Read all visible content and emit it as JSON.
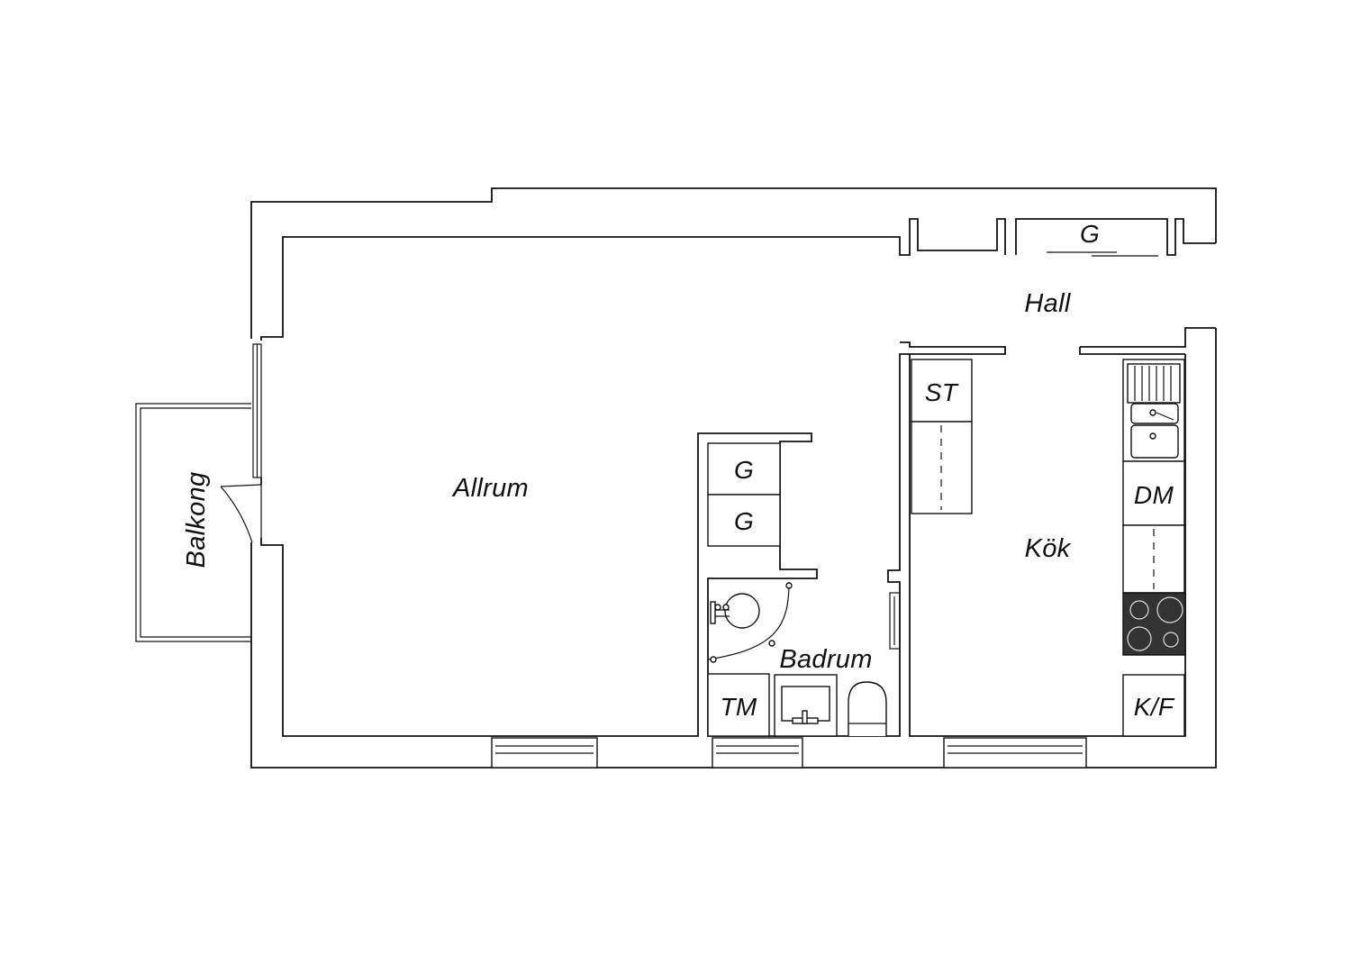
{
  "rooms": {
    "allrum": "Allrum",
    "hall": "Hall",
    "kok": "Kök",
    "badrum": "Badrum",
    "balkong": "Balkong"
  },
  "fixtures": {
    "wardrobe_hall": "G",
    "wardrobe_bath_1": "G",
    "wardrobe_bath_2": "G",
    "storage": "ST",
    "dishwasher": "DM",
    "washing_machine": "TM",
    "fridge_freezer": "K/F"
  },
  "colors": {
    "line": "#111111",
    "stove": "#333333",
    "background": "#ffffff"
  }
}
